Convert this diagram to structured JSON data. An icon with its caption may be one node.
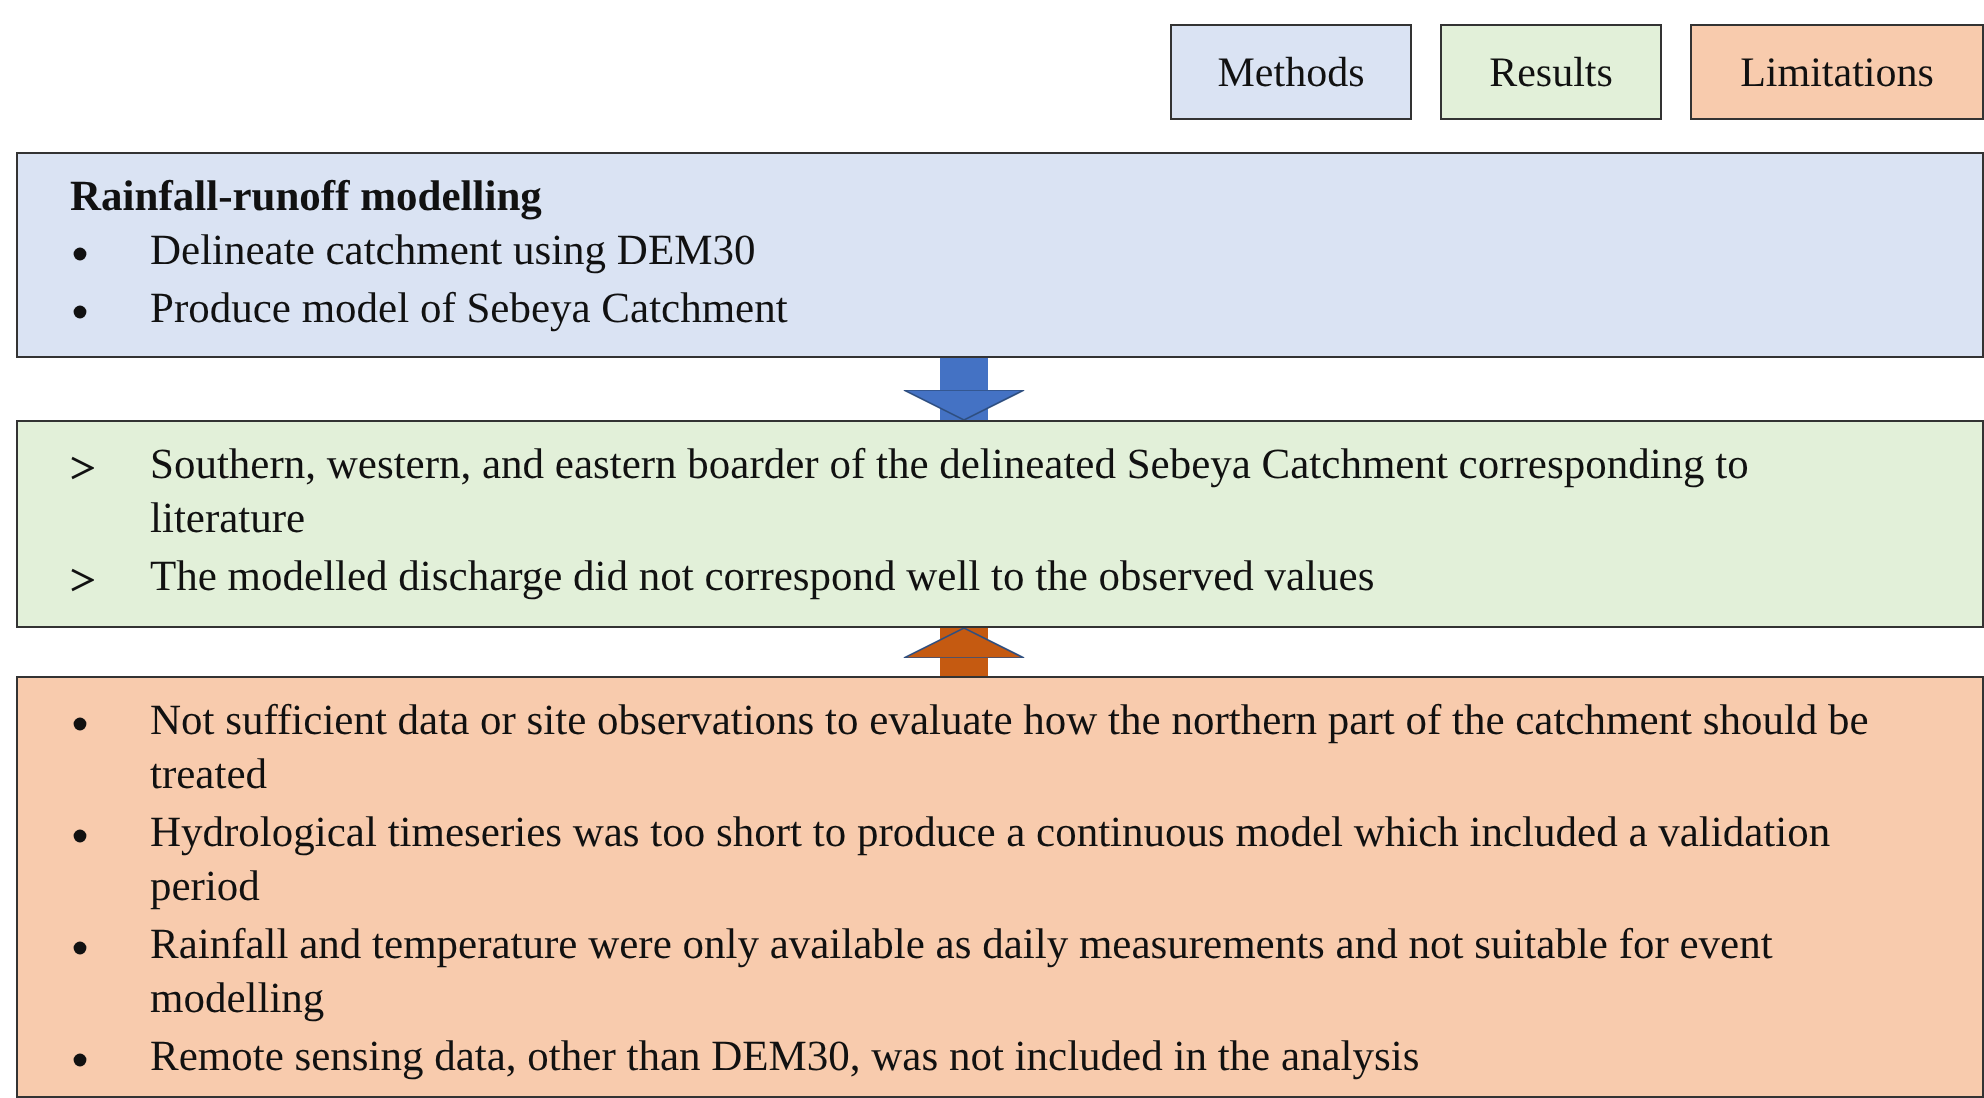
{
  "diagram": {
    "nodes": [
      {
        "text": [
          "Rainfall-runoff modelling",
          "Delineate catchment using DEM30",
          "Produce model of Sebeya Catchment"
        ]
      },
      {
        "text": [
          "Southern, western, and eastern boarder of the delineated Sebeya Catchment corresponding to literature",
          "The modelled discharge did not correspond well to the observed values"
        ]
      },
      {
        "text": [
          "Not sufficient data or site observations to evaluate how the northern part of the catchment should be treated",
          "Hydrological timeseries was too short to produce a continuous model which included a validation period",
          "Rainfall and temperature were only available as daily measurements and not suitable for event modelling",
          "Remote sensing data, other than DEM30, was not included in the analysis"
        ]
      }
    ],
    "edges": [
      {
        "from": 0,
        "to": 1,
        "arrow": "to",
        "color": "#4472c4"
      },
      {
        "from": 2,
        "to": 1,
        "arrow": "to",
        "color": "#c55a11"
      }
    ],
    "legend": [
      {
        "text": "Methods",
        "color": "#dae3f3"
      },
      {
        "text": "Results",
        "color": "#e2f0d9"
      },
      {
        "text": "Limitations",
        "color": "#f8cbad"
      }
    ]
  }
}
